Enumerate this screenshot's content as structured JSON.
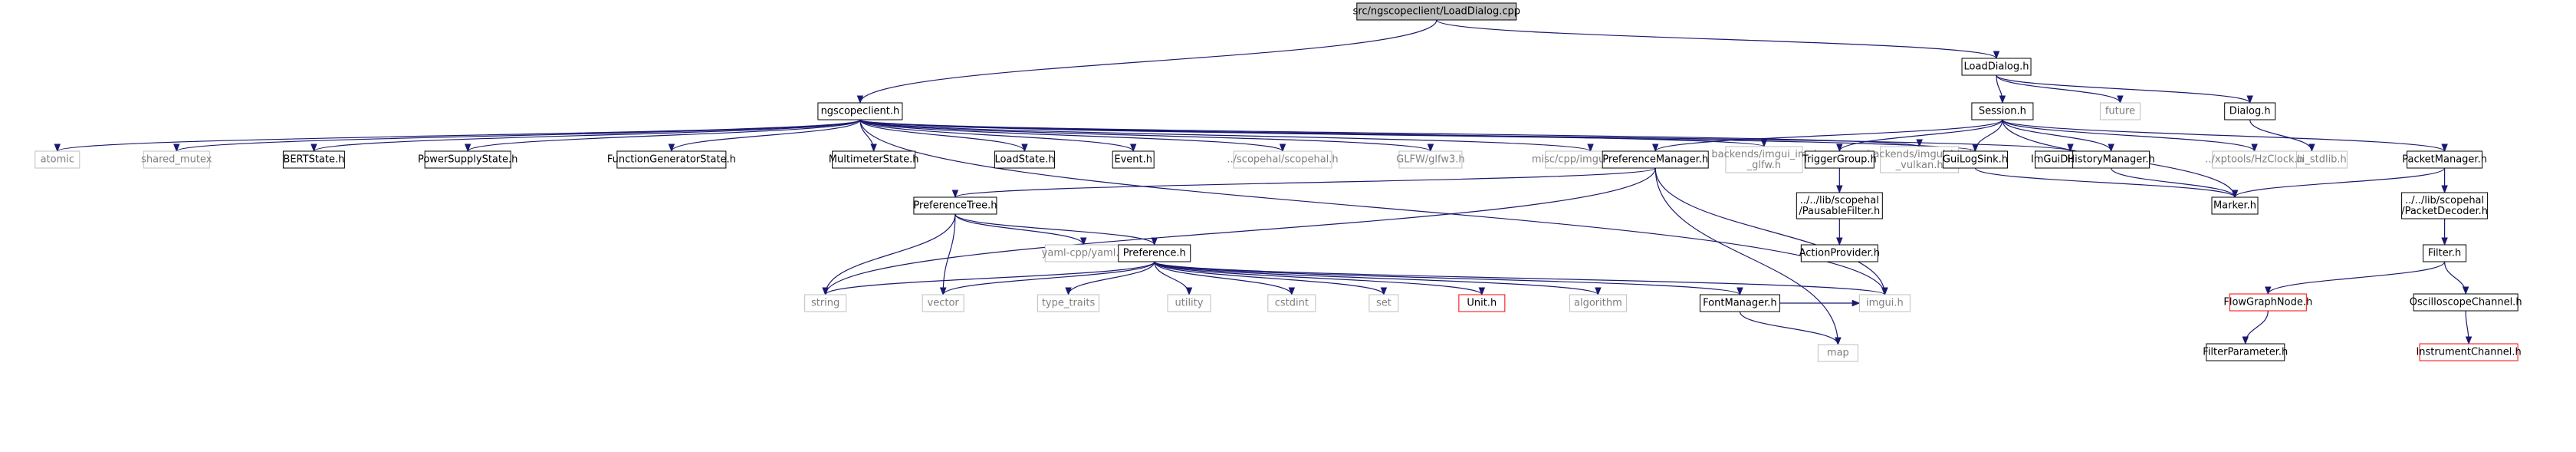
{
  "diagram": {
    "nodes": [
      {
        "id": "root",
        "label": "src/ngscopeclient/LoadDialog.cpp",
        "kind": "root"
      },
      {
        "id": "ngscopeclient",
        "label": "ngscopeclient.h",
        "kind": "doc"
      },
      {
        "id": "loaddialog",
        "label": "LoadDialog.h",
        "kind": "doc"
      },
      {
        "id": "session",
        "label": "Session.h",
        "kind": "doc"
      },
      {
        "id": "future",
        "label": "future",
        "kind": "ext"
      },
      {
        "id": "dialog",
        "label": "Dialog.h",
        "kind": "doc"
      },
      {
        "id": "imgui_stdlib",
        "label": "imgui_stdlib.h",
        "kind": "ext"
      },
      {
        "id": "atomic",
        "label": "atomic",
        "kind": "ext"
      },
      {
        "id": "shared_mutex",
        "label": "shared_mutex",
        "kind": "ext"
      },
      {
        "id": "bertstate",
        "label": "BERTState.h",
        "kind": "doc"
      },
      {
        "id": "powersupply",
        "label": "PowerSupplyState.h",
        "kind": "doc"
      },
      {
        "id": "funcgen",
        "label": "FunctionGeneratorState.h",
        "kind": "doc"
      },
      {
        "id": "multimeter",
        "label": "MultimeterState.h",
        "kind": "doc"
      },
      {
        "id": "loadstate",
        "label": "LoadState.h",
        "kind": "doc"
      },
      {
        "id": "event",
        "label": "Event.h",
        "kind": "doc"
      },
      {
        "id": "scopehal",
        "label": "../scopehal/scopehal.h",
        "kind": "ext"
      },
      {
        "id": "glfw",
        "label": "GLFW/glfw3.h",
        "kind": "ext"
      },
      {
        "id": "misc_imgui",
        "label": "misc/cpp/imgui_stdlib.h",
        "kind": "ext"
      },
      {
        "id": "backends_glfw",
        "label": "backends/imgui_impl\n_glfw.h",
        "kind": "ext"
      },
      {
        "id": "backends_vulkan",
        "label": "backends/imgui_impl\n_vulkan.h",
        "kind": "ext"
      },
      {
        "id": "imguidisabler",
        "label": "ImGuiDisabler.h",
        "kind": "doc"
      },
      {
        "id": "preferencemanager",
        "label": "PreferenceManager.h",
        "kind": "doc"
      },
      {
        "id": "triggergroup",
        "label": "TriggerGroup.h",
        "kind": "doc"
      },
      {
        "id": "guilogsink",
        "label": "GuiLogSink.h",
        "kind": "doc"
      },
      {
        "id": "historymanager",
        "label": "HistoryManager.h",
        "kind": "doc"
      },
      {
        "id": "hzclock",
        "label": "../xptools/HzClock.h",
        "kind": "ext"
      },
      {
        "id": "packetmanager",
        "label": "PacketManager.h",
        "kind": "doc"
      },
      {
        "id": "marker",
        "label": "Marker.h",
        "kind": "doc"
      },
      {
        "id": "preferencetree",
        "label": "PreferenceTree.h",
        "kind": "doc"
      },
      {
        "id": "pausablefilter",
        "label": "../../lib/scopehal\n/PausableFilter.h",
        "kind": "doc"
      },
      {
        "id": "packetdecoder",
        "label": "../../lib/scopehal\n/PacketDecoder.h",
        "kind": "doc"
      },
      {
        "id": "actionprovider",
        "label": "ActionProvider.h",
        "kind": "doc"
      },
      {
        "id": "filter",
        "label": "Filter.h",
        "kind": "doc"
      },
      {
        "id": "yaml",
        "label": "yaml-cpp/yaml.h",
        "kind": "ext"
      },
      {
        "id": "preference",
        "label": "Preference.h",
        "kind": "doc"
      },
      {
        "id": "string",
        "label": "string",
        "kind": "ext"
      },
      {
        "id": "vector",
        "label": "vector",
        "kind": "ext"
      },
      {
        "id": "type_traits",
        "label": "type_traits",
        "kind": "ext"
      },
      {
        "id": "utility",
        "label": "utility",
        "kind": "ext"
      },
      {
        "id": "cstdint",
        "label": "cstdint",
        "kind": "ext"
      },
      {
        "id": "set",
        "label": "set",
        "kind": "ext"
      },
      {
        "id": "unit",
        "label": "Unit.h",
        "kind": "warn"
      },
      {
        "id": "algorithm",
        "label": "algorithm",
        "kind": "ext"
      },
      {
        "id": "fontmanager",
        "label": "FontManager.h",
        "kind": "doc"
      },
      {
        "id": "imgui",
        "label": "imgui.h",
        "kind": "ext"
      },
      {
        "id": "map",
        "label": "map",
        "kind": "ext"
      },
      {
        "id": "flowgraphnode",
        "label": "FlowGraphNode.h",
        "kind": "warn"
      },
      {
        "id": "oscchannel",
        "label": "OscilloscopeChannel.h",
        "kind": "doc"
      },
      {
        "id": "filterparameter",
        "label": "FilterParameter.h",
        "kind": "doc"
      },
      {
        "id": "instrumentchannel",
        "label": "InstrumentChannel.h",
        "kind": "warn"
      }
    ],
    "edges": [
      [
        "root",
        "ngscopeclient"
      ],
      [
        "root",
        "loaddialog"
      ],
      [
        "loaddialog",
        "session"
      ],
      [
        "loaddialog",
        "future"
      ],
      [
        "loaddialog",
        "dialog"
      ],
      [
        "dialog",
        "imgui_stdlib"
      ],
      [
        "ngscopeclient",
        "atomic"
      ],
      [
        "ngscopeclient",
        "shared_mutex"
      ],
      [
        "ngscopeclient",
        "bertstate"
      ],
      [
        "ngscopeclient",
        "powersupply"
      ],
      [
        "ngscopeclient",
        "funcgen"
      ],
      [
        "ngscopeclient",
        "multimeter"
      ],
      [
        "ngscopeclient",
        "loadstate"
      ],
      [
        "ngscopeclient",
        "event"
      ],
      [
        "ngscopeclient",
        "scopehal"
      ],
      [
        "ngscopeclient",
        "glfw"
      ],
      [
        "ngscopeclient",
        "misc_imgui"
      ],
      [
        "ngscopeclient",
        "backends_glfw"
      ],
      [
        "ngscopeclient",
        "backends_vulkan"
      ],
      [
        "ngscopeclient",
        "imguidisabler"
      ],
      [
        "ngscopeclient",
        "guilogsink"
      ],
      [
        "ngscopeclient",
        "imgui"
      ],
      [
        "session",
        "preferencemanager"
      ],
      [
        "session",
        "triggergroup"
      ],
      [
        "session",
        "guilogsink"
      ],
      [
        "session",
        "historymanager"
      ],
      [
        "session",
        "hzclock"
      ],
      [
        "session",
        "packetmanager"
      ],
      [
        "session",
        "marker"
      ],
      [
        "guilogsink",
        "marker"
      ],
      [
        "historymanager",
        "marker"
      ],
      [
        "packetmanager",
        "marker"
      ],
      [
        "packetmanager",
        "packetdecoder"
      ],
      [
        "triggergroup",
        "pausablefilter"
      ],
      [
        "pausablefilter",
        "actionprovider"
      ],
      [
        "packetdecoder",
        "filter"
      ],
      [
        "filter",
        "flowgraphnode"
      ],
      [
        "filter",
        "oscchannel"
      ],
      [
        "flowgraphnode",
        "filterparameter"
      ],
      [
        "oscchannel",
        "instrumentchannel"
      ],
      [
        "preferencemanager",
        "preferencetree"
      ],
      [
        "preferencemanager",
        "string"
      ],
      [
        "preferencemanager",
        "imgui"
      ],
      [
        "preferencemanager",
        "map"
      ],
      [
        "preferencetree",
        "yaml"
      ],
      [
        "preferencetree",
        "preference"
      ],
      [
        "preferencetree",
        "string"
      ],
      [
        "preferencetree",
        "vector"
      ],
      [
        "preference",
        "string"
      ],
      [
        "preference",
        "vector"
      ],
      [
        "preference",
        "type_traits"
      ],
      [
        "preference",
        "utility"
      ],
      [
        "preference",
        "cstdint"
      ],
      [
        "preference",
        "set"
      ],
      [
        "preference",
        "unit"
      ],
      [
        "preference",
        "algorithm"
      ],
      [
        "preference",
        "fontmanager"
      ],
      [
        "preference",
        "imgui"
      ],
      [
        "fontmanager",
        "imgui"
      ],
      [
        "fontmanager",
        "map"
      ]
    ]
  }
}
